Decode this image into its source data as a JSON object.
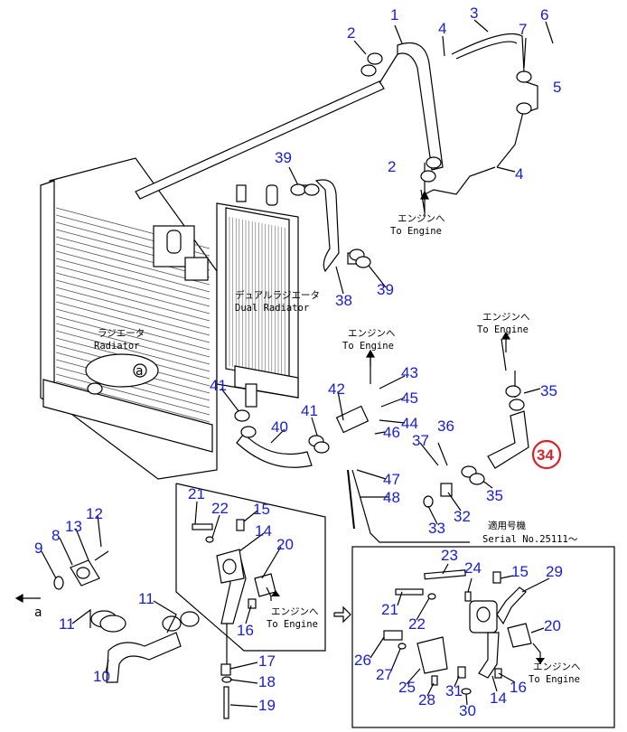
{
  "diagram": {
    "labels": {
      "radiator_jp": "ラジエータ",
      "radiator_en": "Radiator",
      "dual_radiator_jp": "デュアルラジエータ",
      "dual_radiator_en": "Dual Radiator",
      "to_engine_jp": "エンジンへ",
      "to_engine_en": "To Engine",
      "serial_jp": "適用号機",
      "serial_en": "Serial No.25111～",
      "ref_a": "a"
    },
    "callouts": [
      "1",
      "2",
      "3",
      "4",
      "5",
      "6",
      "7",
      "8",
      "9",
      "10",
      "11",
      "12",
      "13",
      "14",
      "15",
      "16",
      "17",
      "18",
      "19",
      "20",
      "21",
      "22",
      "23",
      "24",
      "25",
      "26",
      "27",
      "28",
      "29",
      "30",
      "31",
      "32",
      "33",
      "34",
      "35",
      "36",
      "37",
      "38",
      "39",
      "40",
      "41",
      "42",
      "43",
      "44",
      "45",
      "46",
      "47",
      "48"
    ],
    "highlighted": "34"
  }
}
